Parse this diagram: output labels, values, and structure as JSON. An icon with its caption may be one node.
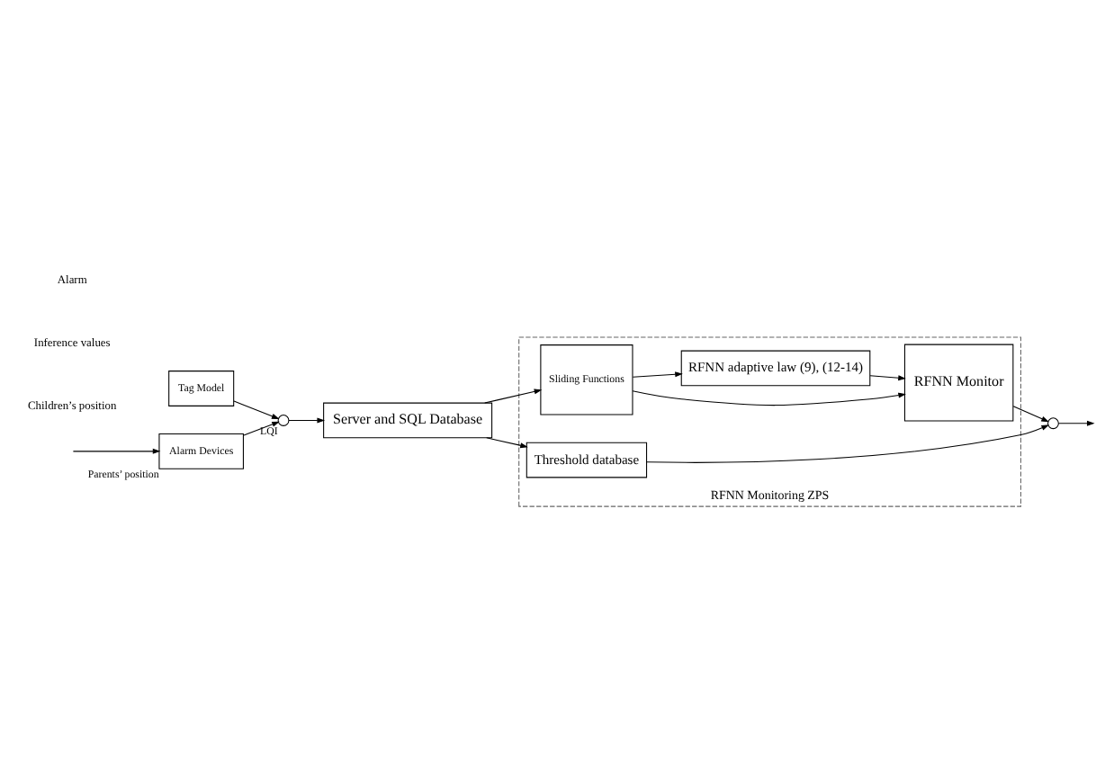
{
  "diagram": {
    "nodes": [
      {
        "text": [
          "Tag Model"
        ]
      },
      {
        "text": [],
        "shape": "circle",
        "beside": [
          "LQI"
        ]
      },
      {
        "text": [
          "Server and SQL Database"
        ]
      },
      {
        "text": [
          "Alarm Devices"
        ],
        "beside": [
          "Parents’ position"
        ]
      },
      {
        "text": [
          "RFNN Monitoring ZPS"
        ]
      },
      {
        "text": [
          "Sliding Functions"
        ],
        "in": 4
      },
      {
        "text": [
          "Threshold database"
        ],
        "in": 4
      },
      {
        "text": [
          "RFNN Monitor"
        ],
        "in": 4
      },
      {
        "text": [
          "RFNN adaptive law (9), (12-14)"
        ],
        "in": 4
      },
      {
        "text": [],
        "shape": "circle"
      }
    ],
    "edges": [
      {
        "from": 0,
        "to": 1,
        "arrow": "to"
      },
      {
        "from": 3,
        "to": 1,
        "arrow": "to"
      },
      {
        "from": 1,
        "to": 2,
        "arrow": "to"
      },
      {
        "from": 2,
        "to": 5,
        "arrow": "to"
      },
      {
        "from": 2,
        "to": 6,
        "arrow": "to"
      },
      {
        "from": 5,
        "to": 7,
        "arrow": "to"
      },
      {
        "from": 5,
        "to": 8,
        "arrow": "to"
      },
      {
        "from": 8,
        "to": 7,
        "arrow": "to"
      },
      {
        "from": 6,
        "to": 9,
        "arrow": "to"
      },
      {
        "from": 7,
        "to": 9,
        "arrow": "to"
      },
      {
        "from": 9,
        "to": null,
        "arrow": "to"
      },
      {
        "from": null,
        "to": 3,
        "arrow": "to"
      }
    ],
    "labels": [
      "Children’s position",
      "Inference values",
      "Alarm"
    ]
  }
}
